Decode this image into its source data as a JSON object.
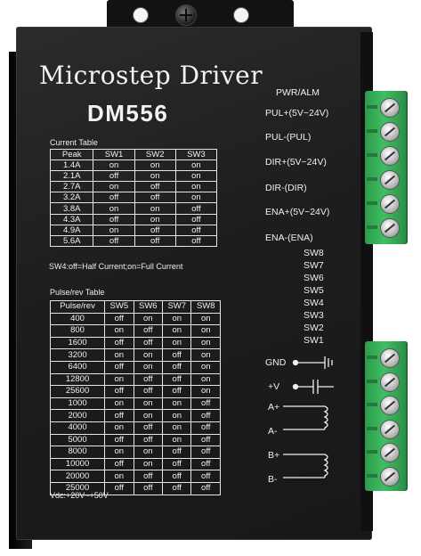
{
  "title": "Microstep Driver",
  "model": "DM556",
  "current_table": {
    "caption": "Current Table",
    "headers": [
      "Peak",
      "SW1",
      "SW2",
      "SW3"
    ],
    "rows": [
      [
        "1.4A",
        "on",
        "on",
        "on"
      ],
      [
        "2.1A",
        "off",
        "on",
        "on"
      ],
      [
        "2.7A",
        "on",
        "off",
        "on"
      ],
      [
        "3.2A",
        "off",
        "off",
        "on"
      ],
      [
        "3.8A",
        "on",
        "on",
        "off"
      ],
      [
        "4.3A",
        "off",
        "on",
        "off"
      ],
      [
        "4.9A",
        "on",
        "off",
        "off"
      ],
      [
        "5.6A",
        "off",
        "off",
        "off"
      ]
    ]
  },
  "sw4_note": "SW4:off=Half Current;on=Full Current",
  "pulse_table": {
    "caption": "Pulse/rev Table",
    "headers": [
      "Pulse/rev",
      "SW5",
      "SW6",
      "SW7",
      "SW8"
    ],
    "rows": [
      [
        "400",
        "off",
        "on",
        "on",
        "on"
      ],
      [
        "800",
        "on",
        "off",
        "on",
        "on"
      ],
      [
        "1600",
        "off",
        "off",
        "on",
        "on"
      ],
      [
        "3200",
        "on",
        "on",
        "off",
        "on"
      ],
      [
        "6400",
        "off",
        "on",
        "off",
        "on"
      ],
      [
        "12800",
        "on",
        "off",
        "off",
        "on"
      ],
      [
        "25600",
        "off",
        "off",
        "off",
        "on"
      ],
      [
        "1000",
        "on",
        "on",
        "on",
        "off"
      ],
      [
        "2000",
        "off",
        "on",
        "on",
        "off"
      ],
      [
        "4000",
        "on",
        "off",
        "on",
        "off"
      ],
      [
        "5000",
        "off",
        "off",
        "on",
        "off"
      ],
      [
        "8000",
        "on",
        "on",
        "off",
        "off"
      ],
      [
        "10000",
        "off",
        "on",
        "off",
        "off"
      ],
      [
        "20000",
        "on",
        "off",
        "off",
        "off"
      ],
      [
        "25000",
        "off",
        "off",
        "off",
        "off"
      ]
    ]
  },
  "vdc_note": "Vdc:+20V~+50V",
  "signals": {
    "pwr_alm": "PWR/ALM",
    "pul_plus": "PUL+(5V~24V)",
    "pul_minus": "PUL-(PUL)",
    "dir_plus": "DIR+(5V~24V)",
    "dir_minus": "DIR-(DIR)",
    "ena_plus": "ENA+(5V~24V)",
    "ena_minus": "ENA-(ENA)"
  },
  "switches": [
    "SW8",
    "SW7",
    "SW6",
    "SW5",
    "SW4",
    "SW3",
    "SW2",
    "SW1"
  ],
  "power_labels": {
    "gnd": "GND",
    "vplus": "+V",
    "a_plus": "A+",
    "a_minus": "A-",
    "b_plus": "B+",
    "b_minus": "B-"
  },
  "colors": {
    "housing": "#1d1d1d",
    "label_text": "#f0f0f0",
    "terminal_green": "#3fbf63"
  }
}
